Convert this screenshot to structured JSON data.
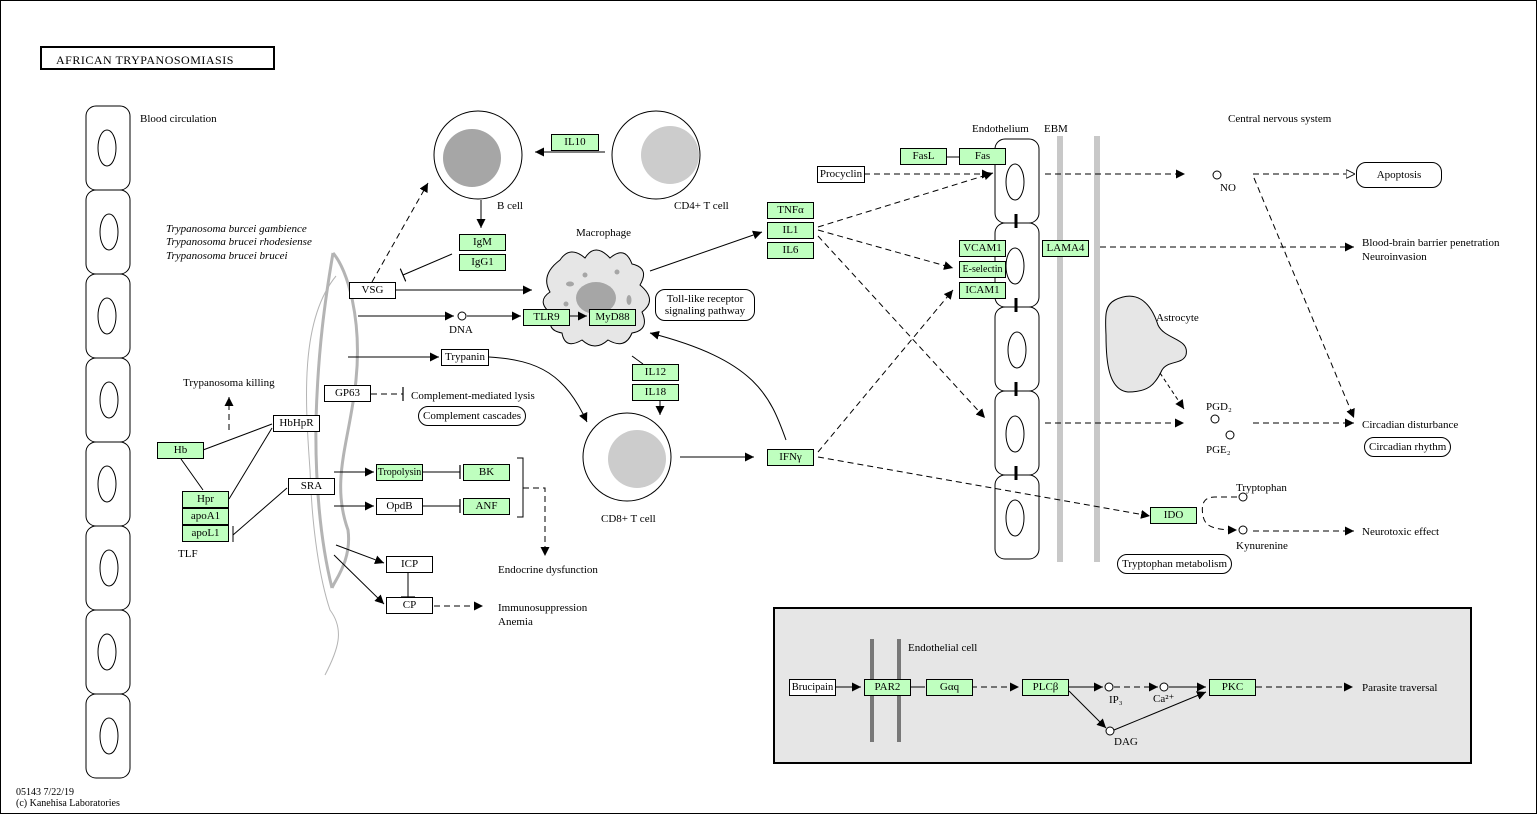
{
  "title": "AFRICAN  TRYPANOSOMIASIS",
  "footer": {
    "id_date": "05143 7/22/19",
    "copyright": "(c) Kanehisa Laboratories"
  },
  "colors": {
    "gene_fill": "#bfffbf",
    "cell_gray": "#e6e6e6",
    "nucleus_dark": "#a6a6a6",
    "nucleus_light": "#cccccc",
    "membrane_gray": "#c8c8c8",
    "inset_bg": "#e6e6e6"
  },
  "labels": {
    "blood_circulation": "Blood circulation",
    "species": [
      "Trypanosoma burcei gambience",
      "Trypanosoma brucei rhodesiense",
      "Trypanosoma brucei brucei"
    ],
    "trypanosoma_killing": "Trypanosoma killing",
    "tlf": "TLF",
    "b_cell": "B cell",
    "cd4_t_cell": "CD4+ T cell",
    "cd8_t_cell": "CD8+ T cell",
    "macrophage": "Macrophage",
    "dna": "DNA",
    "complement_lysis": "Complement-mediated lysis",
    "endocrine": "Endocrine dysfunction",
    "immunosuppression": "Immunosuppression",
    "anemia": "Anemia",
    "endothelium": "Endothelium",
    "ebm": "EBM",
    "cns": "Central nervous system",
    "no": "NO",
    "bbb": "Blood-brain barrier penetration",
    "neuroinvasion": "Neuroinvasion",
    "astrocyte": "Astrocyte",
    "pgd2": "PGD₂",
    "pge2": "PGE₂",
    "circadian_disturbance": "Circadian disturbance",
    "tryptophan": "Tryptophan",
    "kynurenine": "Kynurenine",
    "neurotoxic": "Neurotoxic effect",
    "endothelial_cell": "Endothelial cell",
    "ip3": "IP₃",
    "ca2": "Ca²⁺",
    "dag": "DAG",
    "parasite_traversal": "Parasite traversal"
  },
  "genes": {
    "il10": "IL10",
    "igm": "IgM",
    "igg1": "IgG1",
    "tlr9": "TLR9",
    "myd88": "MyD88",
    "tnfa": "TNFα",
    "il1": "IL1",
    "il6": "IL6",
    "il12": "IL12",
    "il18": "IL18",
    "ifng": "IFNγ",
    "fasl": "FasL",
    "fas": "Fas",
    "vcam1": "VCAM1",
    "eselectin": "E-selectin",
    "icam1": "ICAM1",
    "lama4": "LAMA4",
    "hb": "Hb",
    "hpr": "Hpr",
    "apoa1": "apoA1",
    "apol1": "apoL1",
    "tropolysin": "Tropolysin",
    "bk": "BK",
    "anf": "ANF",
    "ido": "IDO",
    "par2": "PAR2",
    "gaq": "Gαq",
    "plcb": "PLCβ",
    "pkc": "PKC"
  },
  "nodes": {
    "vsg": "VSG",
    "trypanin": "Trypanin",
    "gp63": "GP63",
    "hbhpr": "HbHpR",
    "sra": "SRA",
    "opdb": "OpdB",
    "icp": "ICP",
    "cp": "CP",
    "procyclin": "Procyclin",
    "brucipain": "Brucipain"
  },
  "pathways": {
    "tlr": [
      "Toll-like receptor",
      "signaling pathway"
    ],
    "complement": "Complement cascades",
    "apoptosis": "Apoptosis",
    "circadian": "Circadian rhythm",
    "tryptophan": "Tryptophan metabolism"
  }
}
